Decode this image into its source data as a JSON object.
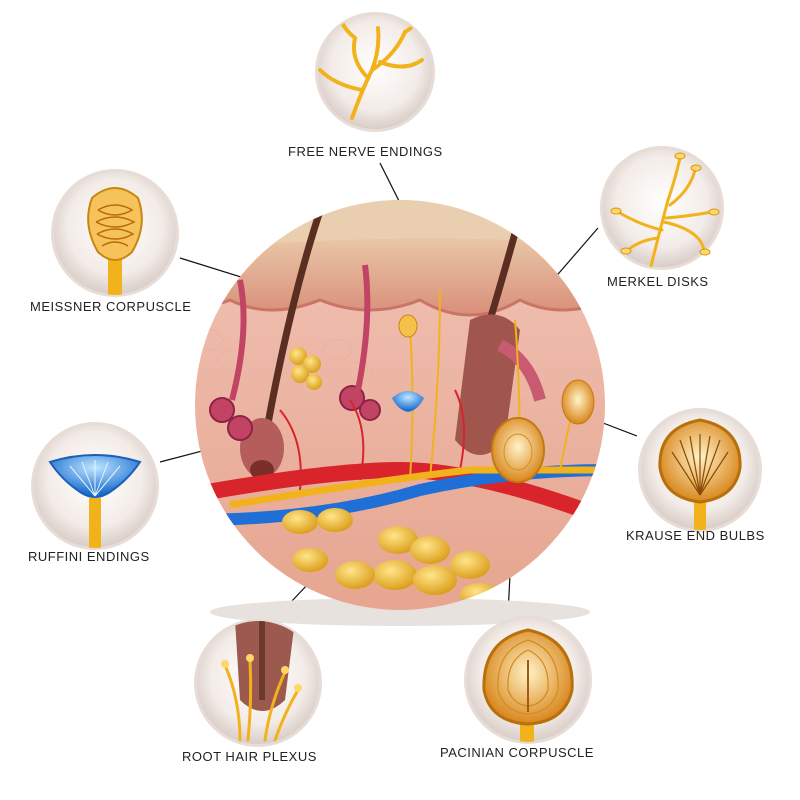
{
  "diagram": {
    "labels": {
      "free_nerve_endings": "FREE NERVE ENDINGS",
      "merkel_disks": "MERKEL DISKS",
      "meissner_corpuscle": "MEISSNER CORPUSCLE",
      "ruffini_endings": "RUFFINI ENDINGS",
      "krause_end_bulbs": "KRAUSE END BULBS",
      "root_hair_plexus": "ROOT HAIR PLEXUS",
      "pacinian_corpuscle": "PACINIAN CORPUSCLE"
    }
  },
  "colors": {
    "nerve_yellow": "#f2b21c",
    "skin_pink": "#e8a9a0",
    "hair": "#6b3a2c",
    "artery_red": "#d8242a",
    "vein_blue": "#1f6fd6",
    "fat_yellow": "#f3c24a",
    "ruffini_blue": "#2b8de8"
  }
}
